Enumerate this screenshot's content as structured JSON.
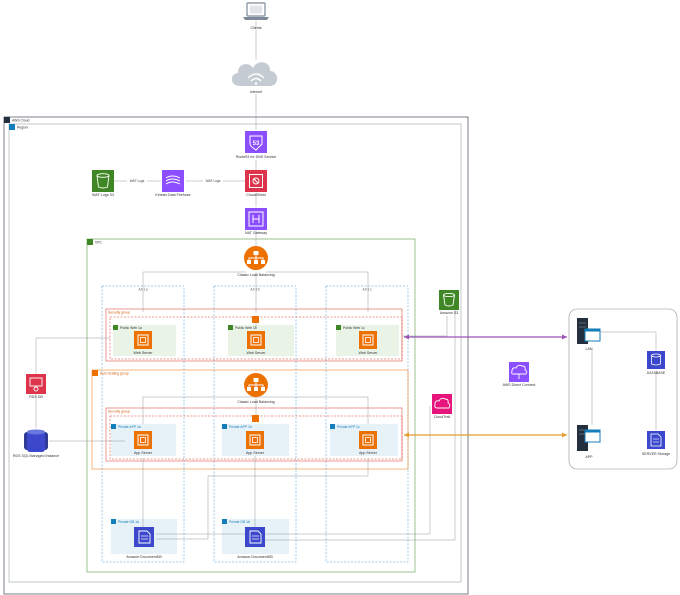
{
  "colors": {
    "compute_orange": "#ed7100",
    "network_purple": "#8c4fff",
    "storage_green": "#3f8624",
    "security_red": "#dd344c",
    "database_blue": "#3b48cc",
    "management_pink": "#e7157b",
    "vpn_purple": "#9b55b5",
    "dx_orange": "#e39d2d",
    "public_subnet_bg": "#e9f3e6",
    "private_subnet_bg": "#e6f2f8",
    "sg_red": "#dd3522",
    "asg_orange": "#ed7100"
  },
  "nodes": {
    "clients": "Clients",
    "internet": "Internet",
    "route53": "Route53 for DNS Service",
    "waf": "CloudShield",
    "kinesis": "Kinesis Data Firehose",
    "s3_logs": "WAF Logs S3",
    "nat_gateway": "NAT Gateway",
    "elb_public": "Classic Load Balancing",
    "web1": "Web Server",
    "web2": "Web Server",
    "web3": "Web Server",
    "s3_vpc": "Amazon S3",
    "rds_proxy": "RDS DB",
    "rds_multi": "RDS SQL Managed Instance",
    "elb_internal": "Classic Load Balancing",
    "app1": "App Server",
    "app2": "App Server",
    "app3": "App Server",
    "cloudtrail": "CloudTrail",
    "vpn_gateway": "AWS Direct Connect",
    "docdb1": "Amazon DocumentDB",
    "docdb2": "Amazon DocumentDB",
    "onprem_web": "LAN",
    "onprem_app": "APP",
    "onprem_db": "DATABASE",
    "onprem_storage": "SERVER Storage"
  },
  "edges": {
    "waf_logs_1": "WAF Logs",
    "waf_logs_2": "WAF Logs"
  },
  "groups": {
    "cloud": "AWS Cloud",
    "region": "Region",
    "vpc": "VPC",
    "az1": "AZ-1a",
    "az2": "AZ-1b",
    "az3": "AZ-1c",
    "sg_web": "Security group",
    "sg_app": "Security group",
    "asg": "Auto Scaling group",
    "pub1": "Public Web 1a",
    "pub2": "Public Web 1b",
    "pub3": "Public Web 1c",
    "priv_app1": "Private APP 1a",
    "priv_app2": "Private APP 1b",
    "priv_app3": "Private APP 1c",
    "priv_db1": "Private DB 1a",
    "priv_db2": "Private DB 1b"
  }
}
